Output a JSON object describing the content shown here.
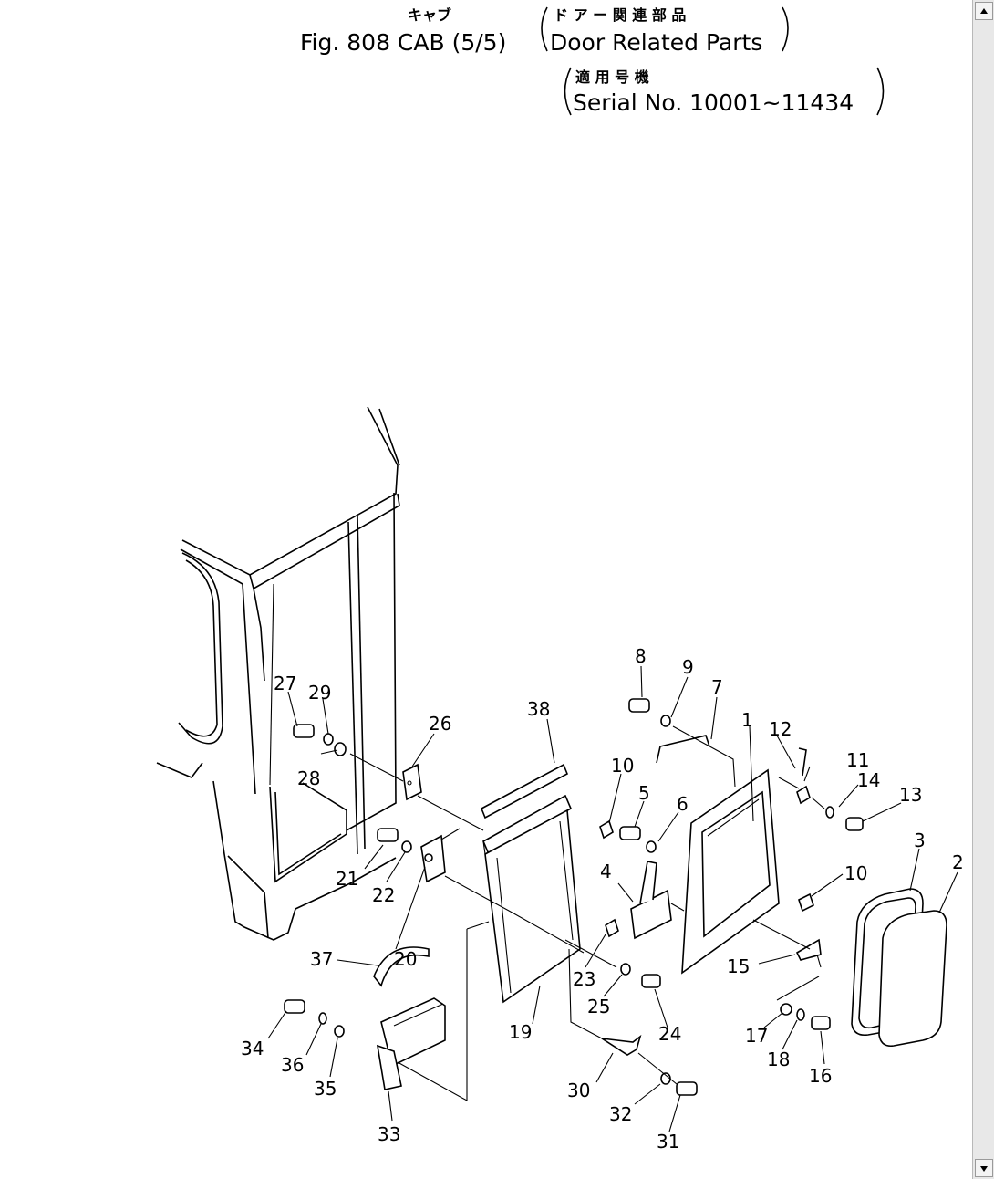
{
  "figure": {
    "jp_cab": "キャブ",
    "title_main": "Fig. 808 CAB (5/5)",
    "jp_door": "ド ア ー 関 連 部 品",
    "title_door": "Door Related Parts",
    "jp_serial": "適 用 号 機",
    "serial": "Serial No. 10001~11434"
  },
  "callouts": {
    "c1": "1",
    "c2": "2",
    "c3": "3",
    "c4": "4",
    "c5": "5",
    "c6": "6",
    "c7": "7",
    "c8": "8",
    "c9": "9",
    "c10a": "10",
    "c10b": "10",
    "c11": "11",
    "c12": "12",
    "c13": "13",
    "c14": "14",
    "c15": "15",
    "c16": "16",
    "c17": "17",
    "c18": "18",
    "c19": "19",
    "c20": "20",
    "c21": "21",
    "c22": "22",
    "c23": "23",
    "c24": "24",
    "c25": "25",
    "c26": "26",
    "c27": "27",
    "c28": "28",
    "c29": "29",
    "c30": "30",
    "c31": "31",
    "c32": "32",
    "c33": "33",
    "c34": "34",
    "c35": "35",
    "c36": "36",
    "c37": "37",
    "c38": "38"
  },
  "icons": {
    "scroll_up": "arrow-up-icon",
    "scroll_down": "arrow-down-icon"
  }
}
